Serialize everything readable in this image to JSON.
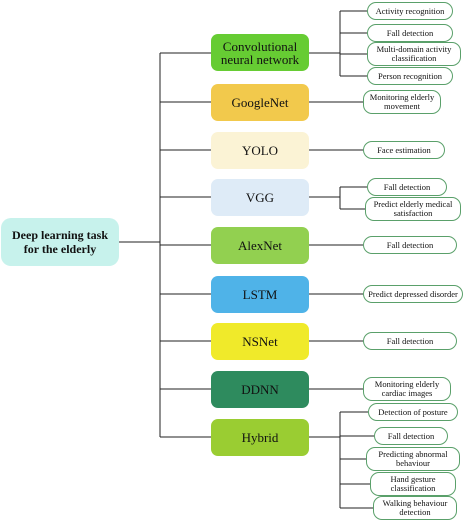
{
  "root": {
    "label": "Deep learning task for the elderly"
  },
  "methods": [
    {
      "name": "Convolutional neural network",
      "color": "#66cc33",
      "tasks": [
        "Activity recognition",
        "Fall detection",
        "Multi-domain activity classification",
        "Person recognition"
      ]
    },
    {
      "name": "GoogleNet",
      "color": "#f2c94c",
      "tasks": [
        "Monitoring elderly movement"
      ]
    },
    {
      "name": "YOLO",
      "color": "#fbf3d5",
      "tasks": [
        "Face estimation"
      ]
    },
    {
      "name": "VGG",
      "color": "#deebf7",
      "tasks": [
        "Fall detection",
        "Predict elderly medical satisfaction"
      ]
    },
    {
      "name": "AlexNet",
      "color": "#92d050",
      "tasks": [
        "Fall detection"
      ]
    },
    {
      "name": "LSTM",
      "color": "#4fb3e8",
      "tasks": [
        "Predict depressed disorder"
      ]
    },
    {
      "name": "NSNet",
      "color": "#f0ea2a",
      "tasks": [
        "Fall detection"
      ]
    },
    {
      "name": "DDNN",
      "color": "#2e8b5e",
      "tasks": [
        "Monitoring elderly cardiac images"
      ]
    },
    {
      "name": "Hybrid",
      "color": "#9acd32",
      "tasks": [
        "Detection of posture",
        "Fall detection",
        "Predicting abnormal behaviour",
        "Hand gesture classification",
        "Walking behaviour detection"
      ]
    }
  ]
}
